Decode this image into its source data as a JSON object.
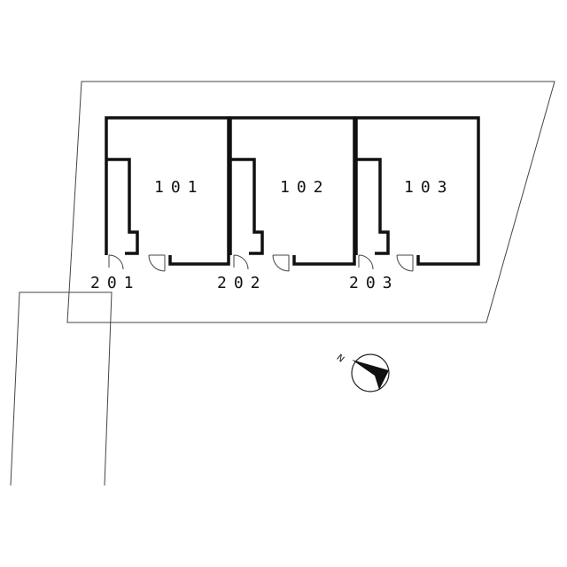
{
  "units": [
    {
      "ground_label": "101",
      "upper_label": "201"
    },
    {
      "ground_label": "102",
      "upper_label": "202"
    },
    {
      "ground_label": "103",
      "upper_label": "203"
    }
  ],
  "compass": {
    "north_label": "N"
  }
}
